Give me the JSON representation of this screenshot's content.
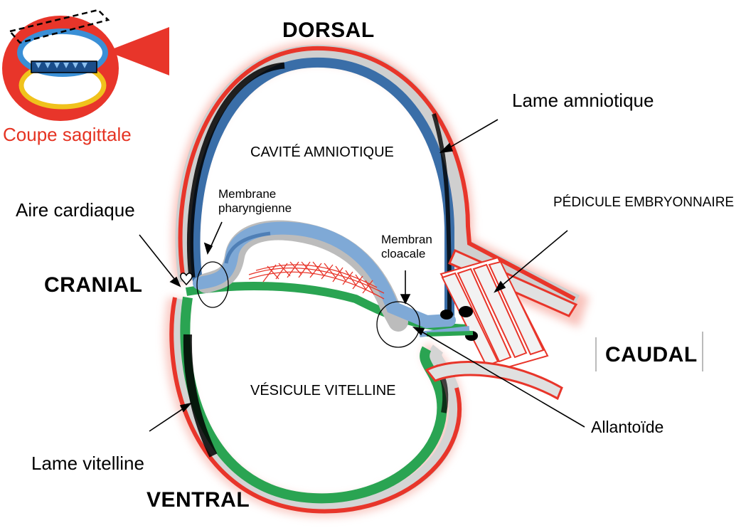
{
  "orientation": {
    "dorsal": "DORSAL",
    "ventral": "VENTRAL",
    "cranial": "CRANIAL",
    "caudal": "CAUDAL"
  },
  "inset": {
    "caption": "Coupe sagittale"
  },
  "labels": {
    "lame_amniotique": "Lame amniotique",
    "pedicule": "PÉDICULE EMBRYONNAIRE",
    "cavite": "CAVITÉ AMNIOTIQUE",
    "membrane_pharyngienne": "Membrane\npharyngienne",
    "membrane_cloacale": "Membran\ncloacale",
    "aire_cardiaque": "Aire cardiaque",
    "vesicule": "VÉSICULE VITELLINE",
    "allantoide": "Allantoïde",
    "lame_vitelline": "Lame vitelline"
  },
  "colors": {
    "ectoderm_red": "#e8352a",
    "amnion_blue": "#3a6ea8",
    "endoderm_green": "#2aa452",
    "embryo_light_blue": "#7fa9d6",
    "yolk_yellow": "#f0c21c"
  }
}
